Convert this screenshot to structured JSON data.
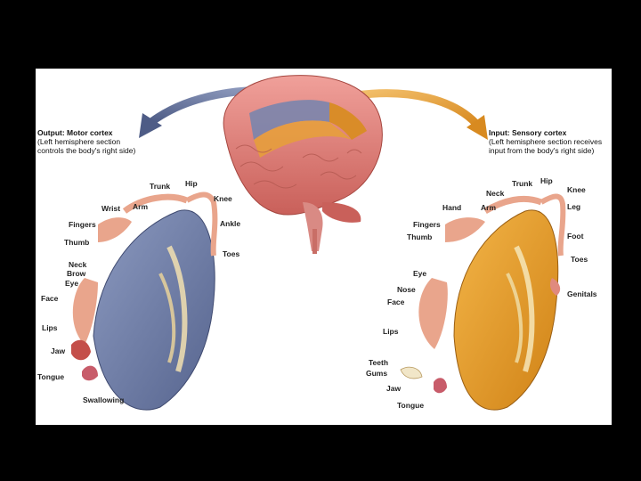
{
  "motor": {
    "title": "Output: Motor cortex",
    "subtitle_line1": "(Left hemisphere section",
    "subtitle_line2": "controls the body's right side)",
    "labels": {
      "trunk": "Trunk",
      "hip": "Hip",
      "knee": "Knee",
      "wrist": "Wrist",
      "arm": "Arm",
      "ankle": "Ankle",
      "fingers": "Fingers",
      "thumb": "Thumb",
      "toes": "Toes",
      "neck": "Neck",
      "brow": "Brow",
      "eye": "Eye",
      "face": "Face",
      "lips": "Lips",
      "jaw": "Jaw",
      "tongue": "Tongue",
      "swallowing": "Swallowing"
    }
  },
  "sensory": {
    "title": "Input: Sensory cortex",
    "subtitle_line1": "(Left hemisphere section receives",
    "subtitle_line2": "input from the body's right side)",
    "labels": {
      "trunk": "Trunk",
      "hip": "Hip",
      "neck": "Neck",
      "knee": "Knee",
      "hand": "Hand",
      "arm": "Arm",
      "leg": "Leg",
      "fingers": "Fingers",
      "thumb": "Thumb",
      "foot": "Foot",
      "toes": "Toes",
      "eye": "Eye",
      "nose": "Nose",
      "face": "Face",
      "genitals": "Genitals",
      "lips": "Lips",
      "teeth": "Teeth",
      "gums": "Gums",
      "jaw": "Jaw",
      "tongue": "Tongue"
    }
  },
  "colors": {
    "background": "#000000",
    "panel": "#ffffff",
    "motor": "#6f7fa8",
    "sensory": "#e39a2a",
    "brain": "#e07f78",
    "skin": "#e9a58c"
  }
}
